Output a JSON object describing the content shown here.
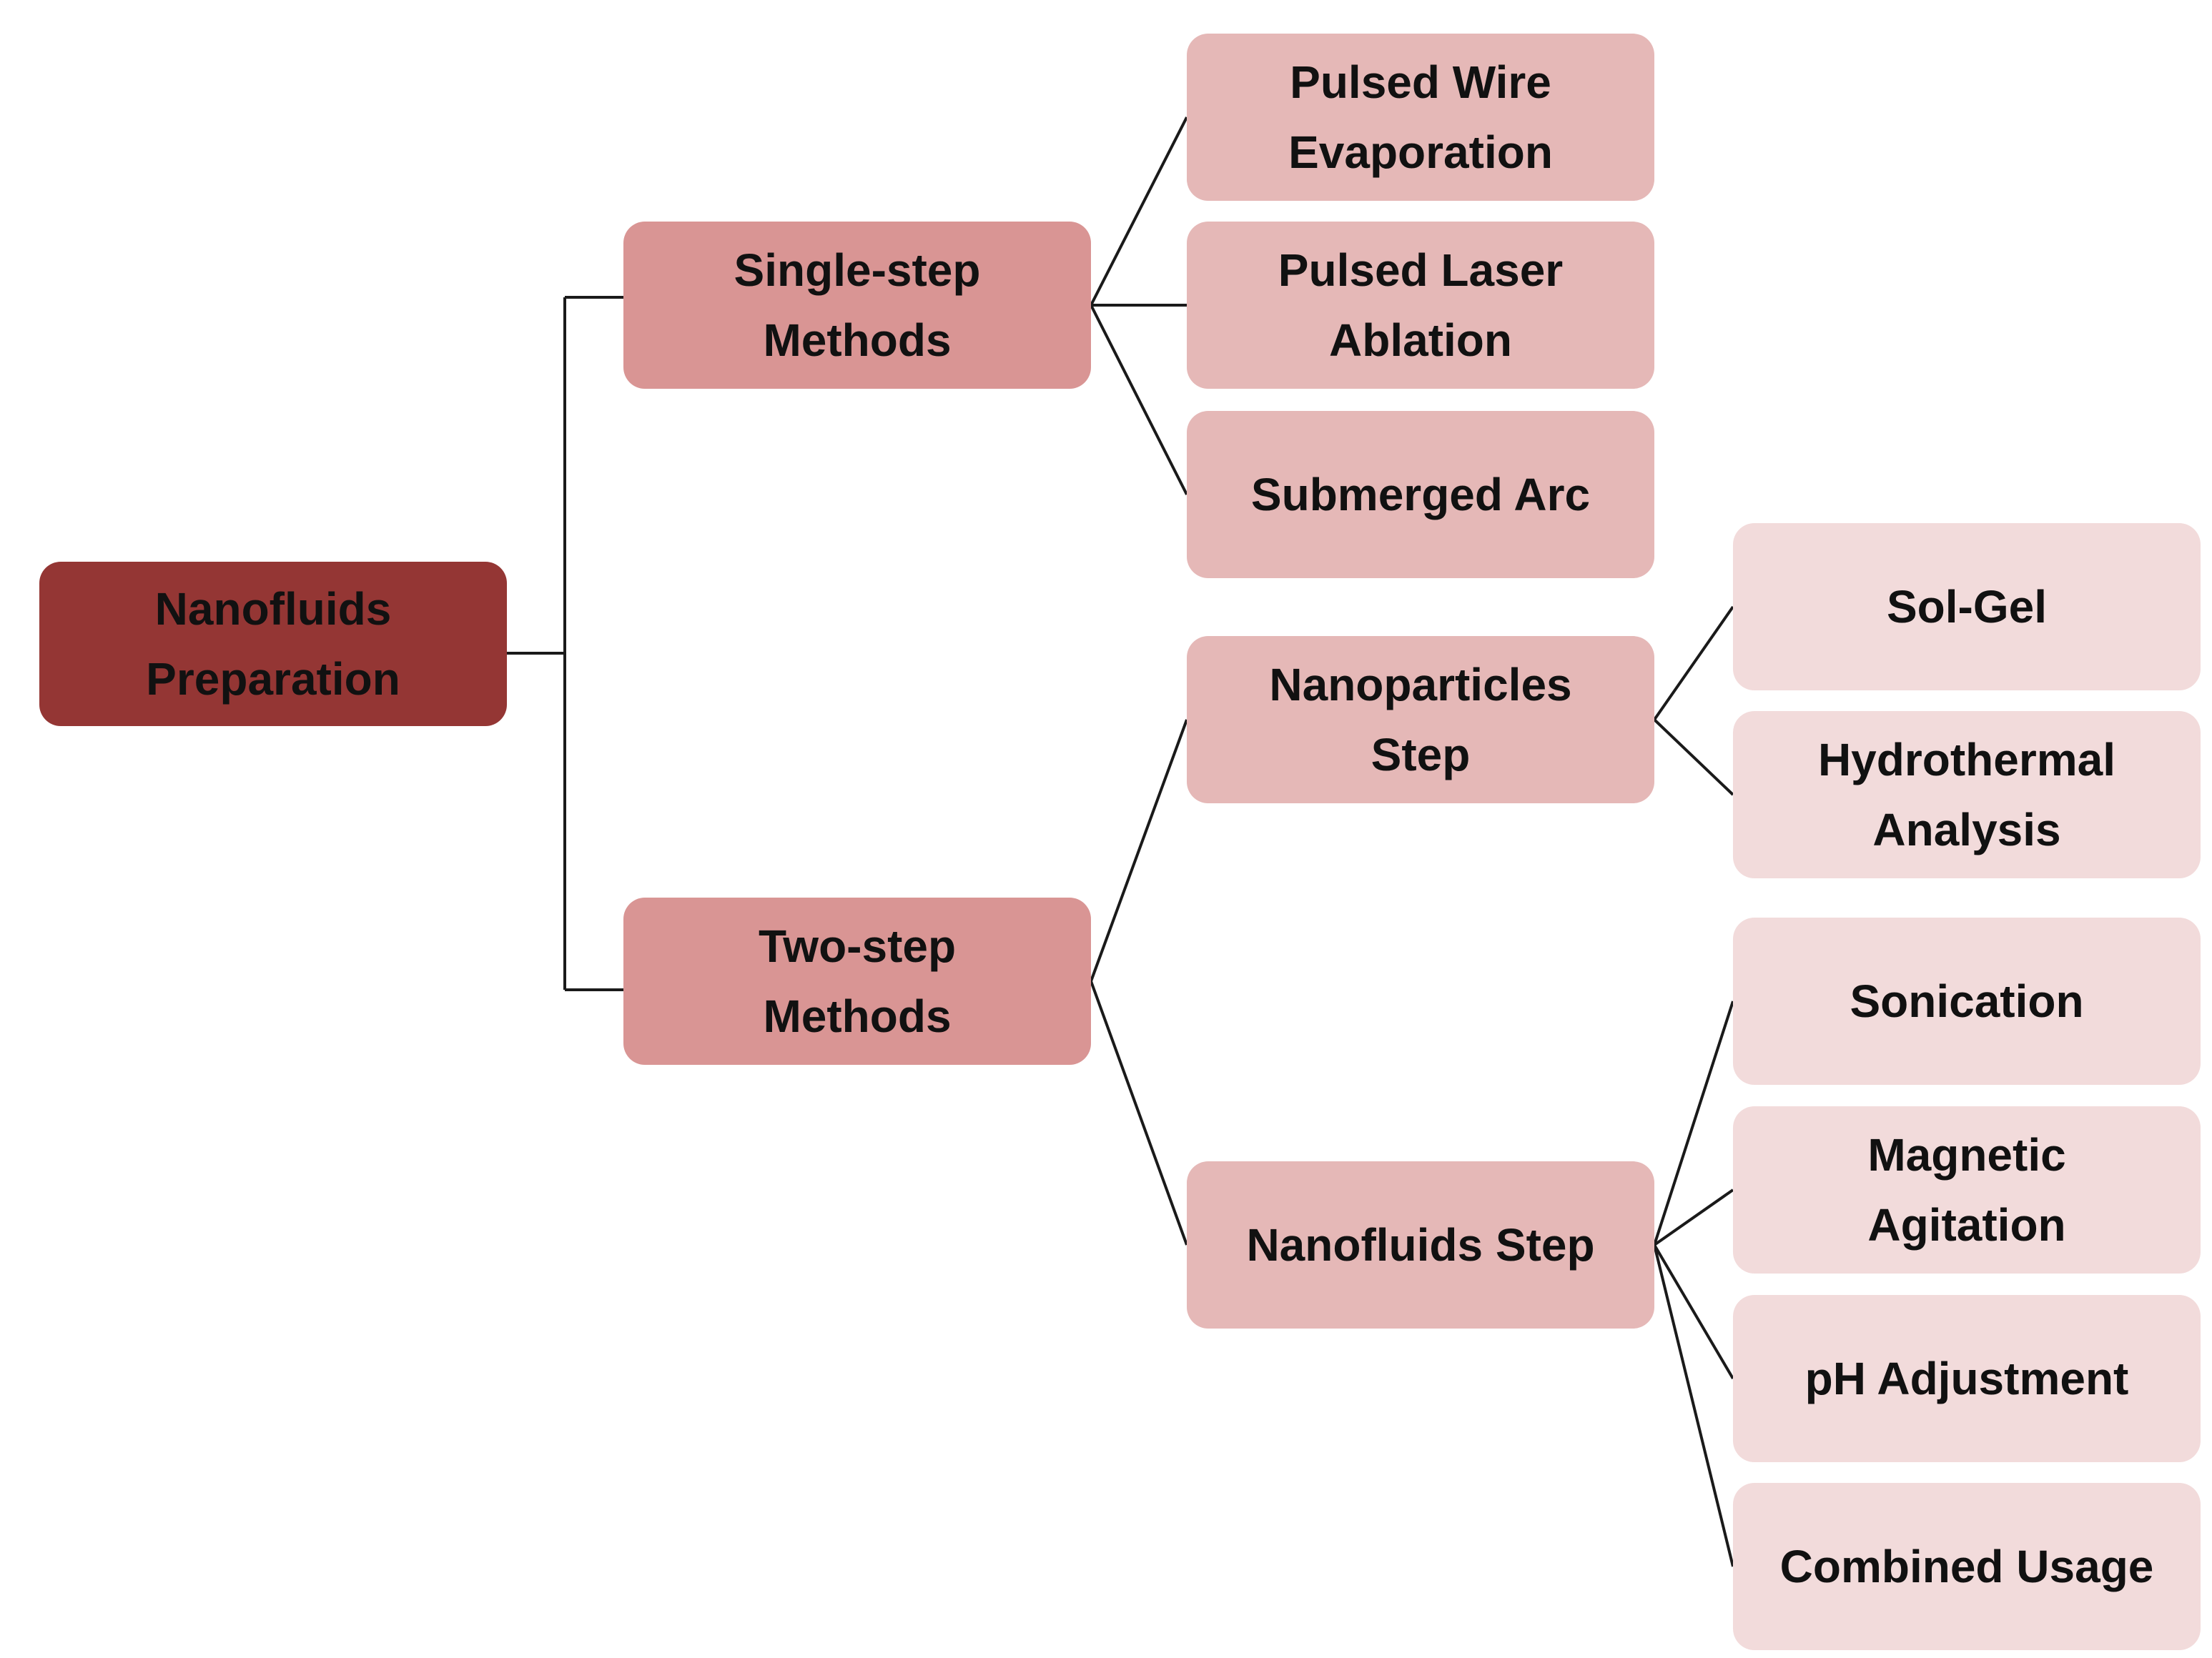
{
  "diagram": {
    "root": {
      "label": "Nanofluids\nPreparation"
    },
    "single_step": {
      "label": "Single-step\nMethods",
      "children": [
        "Pulsed Wire\nEvaporation",
        "Pulsed Laser\nAblation",
        "Submerged Arc"
      ]
    },
    "two_step": {
      "label": "Two-step\nMethods",
      "nanoparticles_step": {
        "label": "Nanoparticles\nStep",
        "children": [
          "Sol-Gel",
          "Hydrothermal\nAnalysis"
        ]
      },
      "nanofluids_step": {
        "label": "Nanofluids Step",
        "children": [
          "Sonication",
          "Magnetic\nAgitation",
          "pH Adjustment",
          "Combined Usage"
        ]
      }
    }
  },
  "colors": {
    "root": "#943634",
    "level1": "#d99594",
    "level2": "#e5b8b7",
    "level3": "#f2dbdb",
    "connector": "#1a1a1a"
  }
}
